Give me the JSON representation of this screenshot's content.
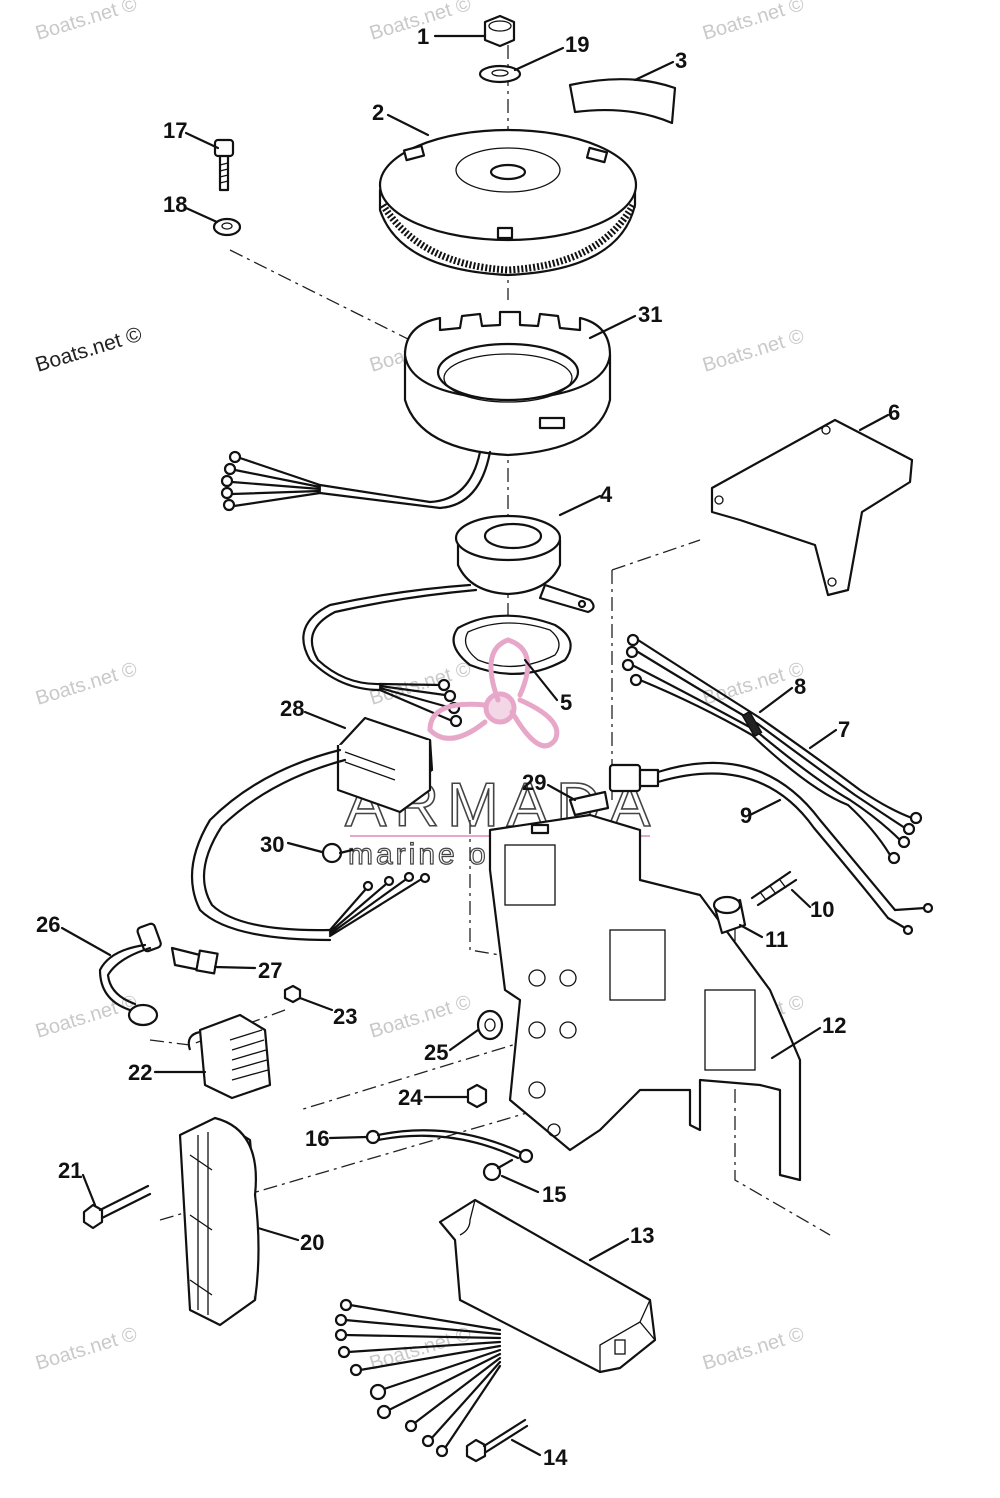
{
  "watermark": "Boats.net ©",
  "brand": {
    "name": "ARMADA",
    "tagline": "marine outboards",
    "accent_color": "#e7a7c9",
    "logo_icon": "propeller-icon"
  },
  "callouts": [
    "1",
    "2",
    "3",
    "4",
    "5",
    "6",
    "7",
    "8",
    "9",
    "10",
    "11",
    "12",
    "13",
    "14",
    "15",
    "16",
    "17",
    "18",
    "19",
    "20",
    "21",
    "22",
    "23",
    "24",
    "25",
    "26",
    "27",
    "28",
    "29",
    "30",
    "31"
  ]
}
